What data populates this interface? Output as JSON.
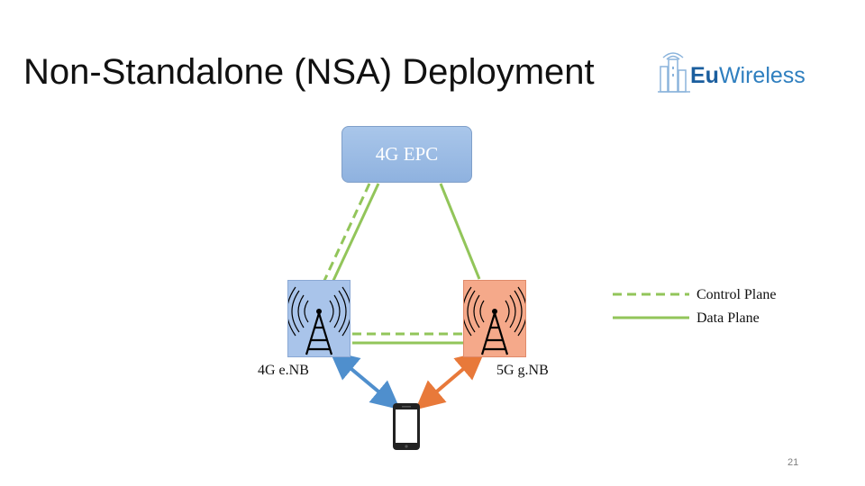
{
  "slide": {
    "title": "Non-Standalone (NSA) Deployment",
    "logo": {
      "prefix": "Eu",
      "suffix": "Wireless",
      "icon": "city-skyline-wifi-icon"
    },
    "page_number": "21"
  },
  "diagram": {
    "core": {
      "label": "4G EPC"
    },
    "nodes": [
      {
        "id": "enb",
        "label": "4G e.NB",
        "icon": "radio-tower-icon",
        "color": "#a9c4ea"
      },
      {
        "id": "gnb",
        "label": "5G g.NB",
        "icon": "radio-tower-icon",
        "color": "#f5a98a"
      }
    ],
    "device": {
      "icon": "smartphone-icon"
    },
    "legend": [
      {
        "label": "Control Plane",
        "style": "dashed",
        "color": "#92c55a"
      },
      {
        "label": "Data Plane",
        "style": "solid",
        "color": "#92c55a"
      }
    ],
    "links": [
      {
        "from": "core",
        "to": "enb",
        "plane": "control"
      },
      {
        "from": "core",
        "to": "enb",
        "plane": "data"
      },
      {
        "from": "core",
        "to": "gnb",
        "plane": "data"
      },
      {
        "from": "enb",
        "to": "gnb",
        "plane": "control"
      },
      {
        "from": "enb",
        "to": "gnb",
        "plane": "data"
      },
      {
        "from": "enb",
        "to": "device",
        "type": "radio",
        "color": "#4f8fcd"
      },
      {
        "from": "gnb",
        "to": "device",
        "type": "radio",
        "color": "#e8793a"
      }
    ]
  }
}
